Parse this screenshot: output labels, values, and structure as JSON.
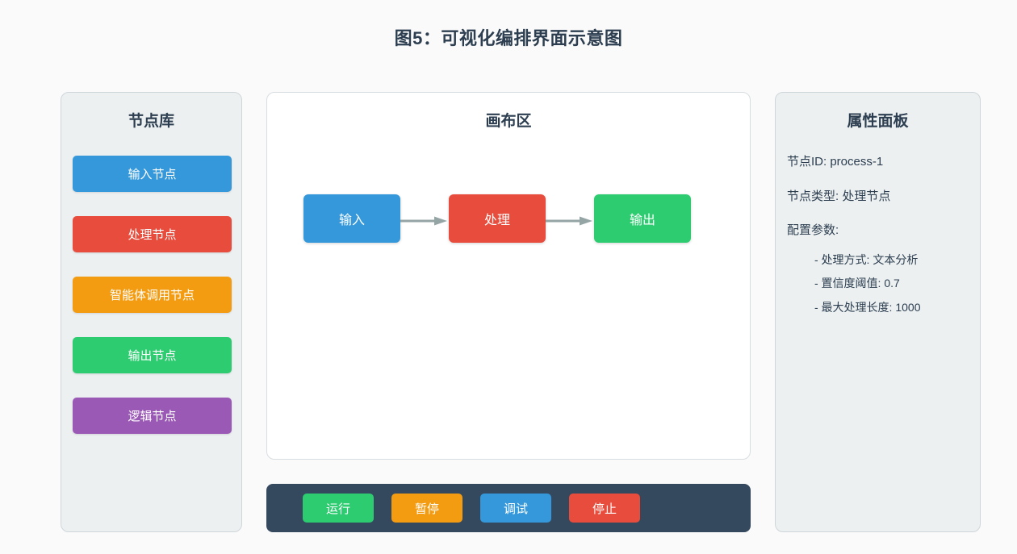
{
  "title": "图5：可视化编排界面示意图",
  "colors": {
    "blue": "#3498db",
    "red": "#e74c3c",
    "orange": "#f39c12",
    "green": "#2ecc71",
    "purple": "#9b59b6",
    "toolbar_bg": "#34495e",
    "panel_bg": "#ecf0f1",
    "canvas_bg": "#ffffff",
    "page_bg": "#fafafa",
    "text": "#2c3e50",
    "connector": "#95a5a6"
  },
  "node_library": {
    "title": "节点库",
    "items": [
      {
        "label": "输入节点",
        "color": "#3498db"
      },
      {
        "label": "处理节点",
        "color": "#e74c3c"
      },
      {
        "label": "智能体调用节点",
        "color": "#f39c12"
      },
      {
        "label": "输出节点",
        "color": "#2ecc71"
      },
      {
        "label": "逻辑节点",
        "color": "#9b59b6"
      }
    ]
  },
  "canvas": {
    "title": "画布区",
    "nodes": [
      {
        "label": "输入",
        "color": "#3498db"
      },
      {
        "label": "处理",
        "color": "#e74c3c"
      },
      {
        "label": "输出",
        "color": "#2ecc71"
      }
    ],
    "connectors": [
      {
        "from": "输入",
        "to": "处理"
      },
      {
        "from": "处理",
        "to": "输出"
      }
    ]
  },
  "properties": {
    "title": "属性面板",
    "node_id_line": "节点ID: process-1",
    "node_type_line": "节点类型: 处理节点",
    "config_label": "配置参数:",
    "config_items": [
      "- 处理方式: 文本分析",
      "- 置信度阈值: 0.7",
      "- 最大处理长度: 1000"
    ]
  },
  "toolbar": {
    "buttons": [
      {
        "label": "运行",
        "color": "#2ecc71"
      },
      {
        "label": "暂停",
        "color": "#f39c12"
      },
      {
        "label": "调试",
        "color": "#3498db"
      },
      {
        "label": "停止",
        "color": "#e74c3c"
      }
    ]
  }
}
